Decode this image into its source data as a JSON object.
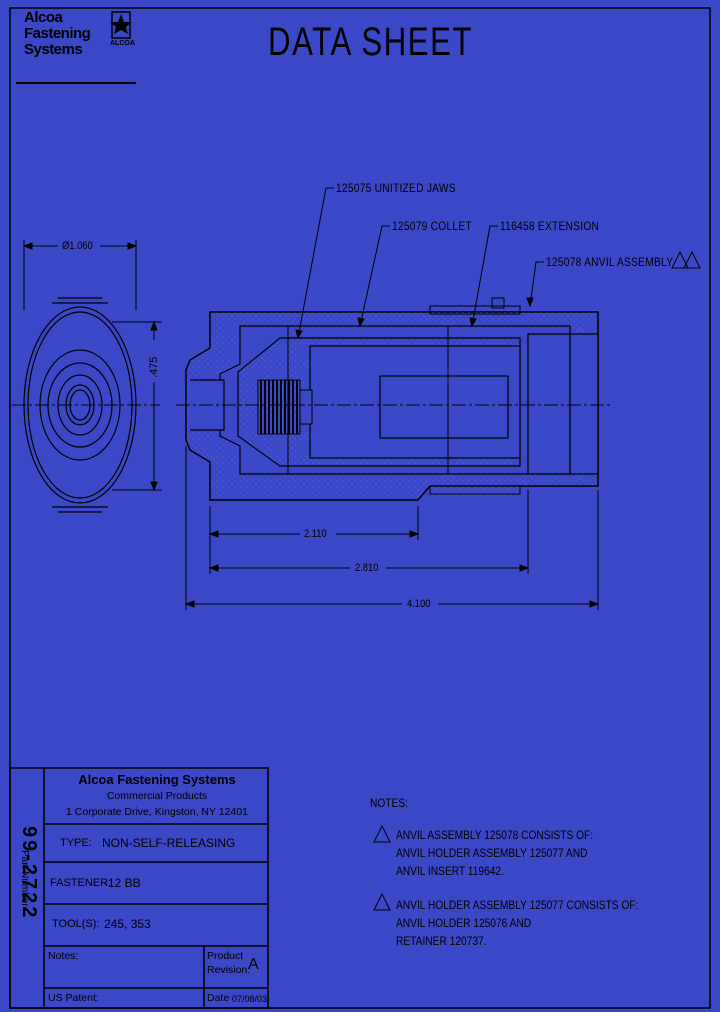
{
  "header": {
    "company_lines": [
      "Alcoa",
      "Fastening",
      "Systems"
    ],
    "seal_label": "ALCOA",
    "title": "DATA SHEET"
  },
  "drawing": {
    "callouts": {
      "jaws": "125075 UNITIZED JAWS",
      "collet": "125079 COLLET",
      "extension": "116458 EXTENSION",
      "anvil": "125078 ANVIL ASSEMBLY"
    },
    "dimensions": {
      "diameter": "Ø1.060",
      "height": ".475",
      "d1": "2.110",
      "d2": "2.810",
      "d3": "4.100"
    }
  },
  "title_block": {
    "company": "Alcoa Fastening Systems",
    "division": "Commercial Products",
    "address": "1 Corporate Drive, Kingston, NY 12401",
    "type_label": "TYPE:",
    "type_value": "NON-SELF-RELEASING",
    "fastener_label": "FASTENER:",
    "fastener_value": "-12  BB",
    "tools_label": "TOOL(S):",
    "tools_value": "245, 353",
    "notes_label": "Notes:",
    "product_label": "Product",
    "revision_label": "Revision:",
    "revision_value": "A",
    "patent_label": "US Patent:",
    "date_label": "Date",
    "date_value": "07/08/03",
    "part_number_label": "Part Number",
    "part_number": "99-2722"
  },
  "notes": {
    "heading": "NOTES:",
    "note1": [
      "ANVIL ASSEMBLY 125078 CONSISTS OF:",
      "ANVIL HOLDER ASSEMBLY 125077 AND",
      "ANVIL INSERT 119642."
    ],
    "note2": [
      "ANVIL HOLDER ASSEMBLY 125077 CONSISTS OF:",
      "ANVIL HOLDER 125076 AND",
      "RETAINER 120737."
    ]
  },
  "colors": {
    "background": "#3a47c6",
    "line": "#000000",
    "hatch": "#5a66d8"
  }
}
